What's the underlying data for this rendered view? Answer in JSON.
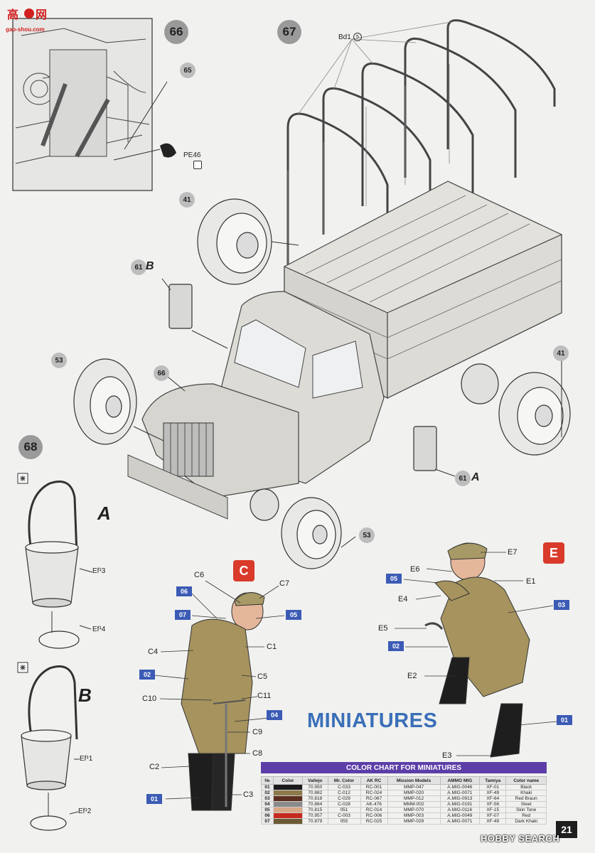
{
  "steps": {
    "s66": "66",
    "s67": "67",
    "s68": "68"
  },
  "parts": {
    "p65": "65",
    "pe46": "PE46",
    "bd1": "Bd1",
    "p41a": "41",
    "p41b": "41",
    "p61b_num": "61",
    "p61b_var": "B",
    "p53a": "53",
    "p53b": "53",
    "p66": "66",
    "p61a_num": "61",
    "p61a_var": "A"
  },
  "bucket": {
    "variant_a": "A",
    "variant_b": "B",
    "ef3": "Ef¹3",
    "ef4": "Ef¹4",
    "ef1": "Ef¹1",
    "ef2": "Ef¹2"
  },
  "figure_c": {
    "badge": "C",
    "labels": {
      "c6": "C6",
      "c7": "C7",
      "c4": "C4",
      "c1": "C1",
      "c5": "C5",
      "c10": "C10",
      "c11": "C11",
      "c9": "C9",
      "c8": "C8",
      "c2": "C2",
      "c3": "C3"
    },
    "tags": {
      "t06": "06",
      "t07": "07",
      "t05": "05",
      "t02": "02",
      "t04": "04",
      "t01": "01"
    }
  },
  "figure_e": {
    "badge": "E",
    "labels": {
      "e7": "E7",
      "e6": "E6",
      "e1": "E1",
      "e4": "E4",
      "e5": "E5",
      "e2": "E2",
      "e3": "E3"
    },
    "tags": {
      "t05": "05",
      "t03": "03",
      "t02": "02",
      "t01": "01"
    }
  },
  "heading": "MINIATURES",
  "color_chart": {
    "title": "COLOR CHART FOR MINIATURES",
    "columns": [
      "№",
      "Color",
      "Vallejo",
      "Mr. Color",
      "AK RC",
      "Mission Models",
      "AMMO MIG",
      "Tamiya",
      "Color name"
    ],
    "rows": [
      {
        "num": "01",
        "swatch": "#1a1a1a",
        "vallejo": "70.950",
        "mr": "C-033",
        "ak": "RC-001",
        "mission": "MMP-047",
        "ammo": "A.MIG-0046",
        "tamiya": "XF-01",
        "name": "Black"
      },
      {
        "num": "02",
        "swatch": "#8c7a4a",
        "vallejo": "70.882",
        "mr": "C-012",
        "ak": "RC-024",
        "mission": "MMP-020",
        "ammo": "A.MIG-0071",
        "tamiya": "XF-49",
        "name": "Khaki"
      },
      {
        "num": "03",
        "swatch": "#5c2e1e",
        "vallejo": "70.818",
        "mr": "C-029",
        "ak": "RC-067",
        "mission": "MMP-012",
        "ammo": "A.MIG-0913",
        "tamiya": "XF-64",
        "name": "Red Braun"
      },
      {
        "num": "04",
        "swatch": "#8a8a8a",
        "vallejo": "70.864",
        "mr": "C-028",
        "ak": "AK-476",
        "mission": "MMM-002",
        "ammo": "A.MIG-0191",
        "tamiya": "XF-56",
        "name": "Steel"
      },
      {
        "num": "05",
        "swatch": "#d8a888",
        "vallejo": "70.815",
        "mr": "051",
        "ak": "RC-014",
        "mission": "MMP-070",
        "ammo": "A.MIG-0116",
        "tamiya": "XF-15",
        "name": "Skin Tone"
      },
      {
        "num": "06",
        "swatch": "#c52a1e",
        "vallejo": "70.957",
        "mr": "C-003",
        "ak": "RC-006",
        "mission": "MMP-003",
        "ammo": "A.MIG-0049",
        "tamiya": "XF-07",
        "name": "Red"
      },
      {
        "num": "07",
        "swatch": "#6b5a34",
        "vallejo": "70.879",
        "mr": "055",
        "ak": "RC-025",
        "mission": "MMP-029",
        "ammo": "A.MIG-0071",
        "tamiya": "XF-49",
        "name": "Dark Khaki"
      }
    ]
  },
  "page_number": "21",
  "watermark": {
    "top": "gao-shou.com",
    "bottom": "HOBBY SEARCH"
  },
  "colors": {
    "tag_blue": "#3b5bb5",
    "badge_red": "#d93a2a",
    "heading_blue": "#3a6fb8",
    "chart_purple": "#5d3ea8"
  }
}
